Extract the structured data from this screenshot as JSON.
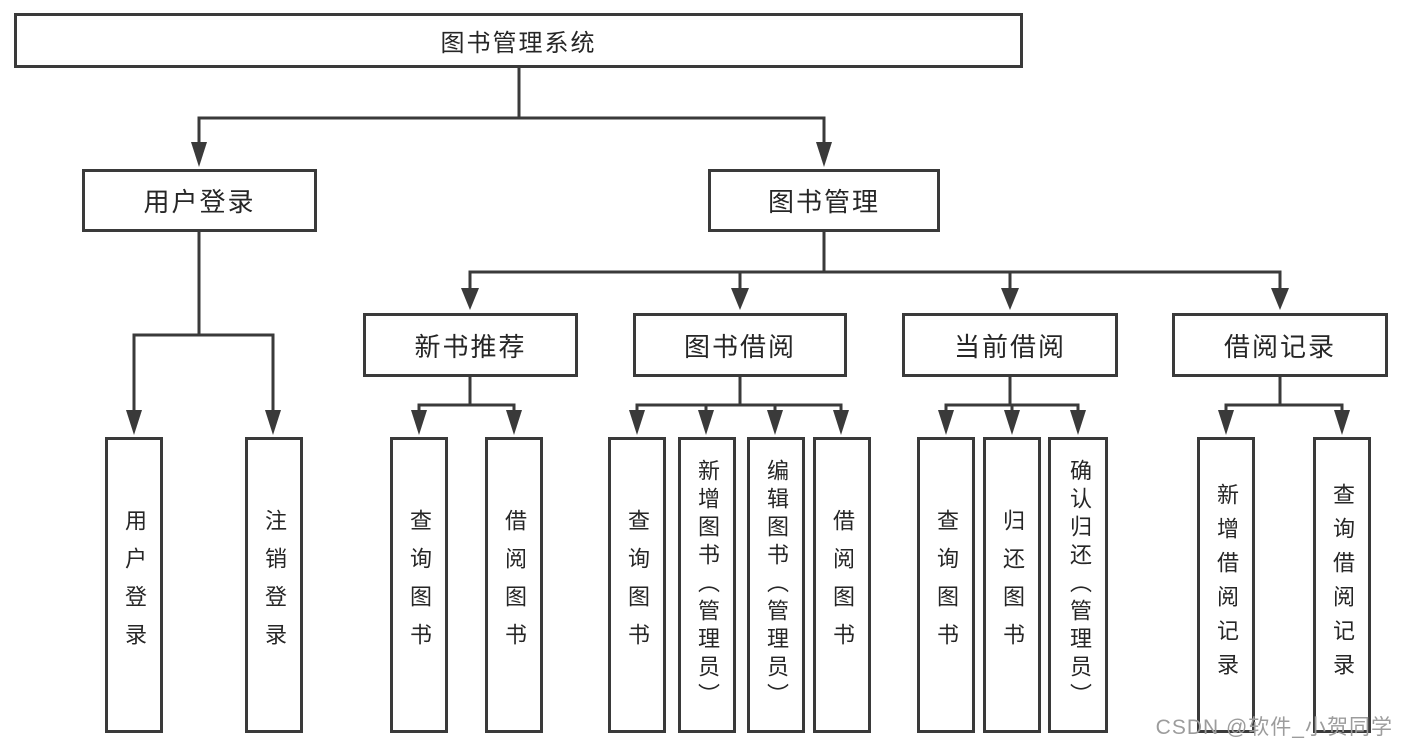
{
  "tree": {
    "label": "图书管理系统",
    "children": [
      {
        "label": "用户登录",
        "children": [
          {
            "label": "用户登录"
          },
          {
            "label": "注销登录"
          }
        ]
      },
      {
        "label": "图书管理",
        "children": [
          {
            "label": "新书推荐",
            "children": [
              {
                "label": "查询图书"
              },
              {
                "label": "借阅图书"
              }
            ]
          },
          {
            "label": "图书借阅",
            "children": [
              {
                "label": "查询图书"
              },
              {
                "label": "新增图书（管理员）"
              },
              {
                "label": "编辑图书（管理员）"
              },
              {
                "label": "借阅图书"
              }
            ]
          },
          {
            "label": "当前借阅",
            "children": [
              {
                "label": "查询图书"
              },
              {
                "label": "归还图书"
              },
              {
                "label": "确认归还（管理员）"
              }
            ]
          },
          {
            "label": "借阅记录",
            "children": [
              {
                "label": "新增借阅记录"
              },
              {
                "label": "查询借阅记录"
              }
            ]
          }
        ]
      }
    ]
  },
  "watermark": {
    "text": "CSDN @软件_小贺同学"
  },
  "colors": {
    "line": "#3a3a3a",
    "box_border": "#3a3a3a",
    "text": "#262626",
    "watermark_text": "#9c9c9c",
    "background": "#ffffff"
  }
}
